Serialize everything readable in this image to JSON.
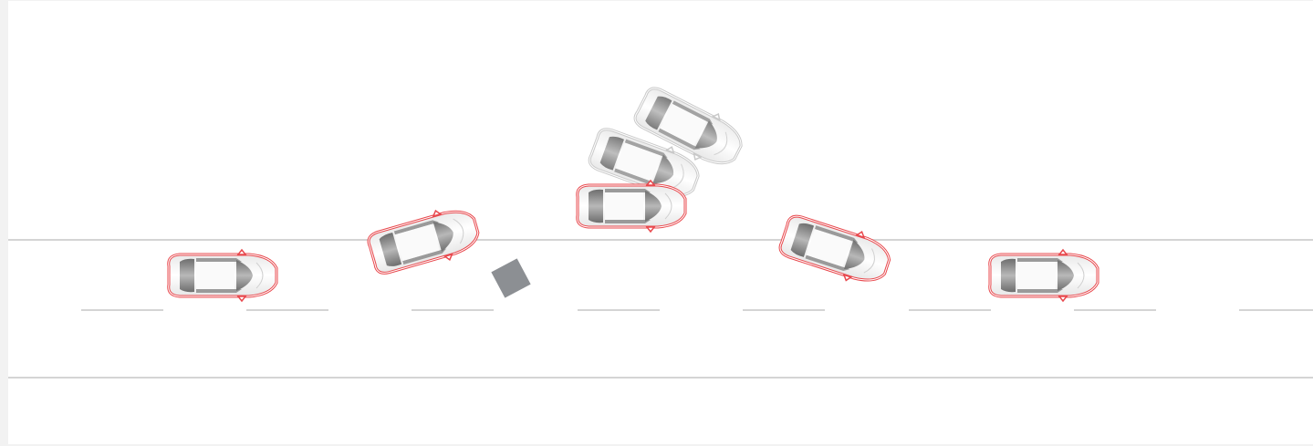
{
  "scene": {
    "title": "",
    "colors": {
      "background": "#ffffff",
      "page_margin": "#f2f2f2",
      "road_line": "#d4d4d4",
      "lane_dash": "#d4d4d4",
      "highlight_outline": "#e8484d",
      "ghost_outline": "#c4c4c4",
      "car_body": "#ffffff",
      "car_glass": "#8a8a8a",
      "obstacle": "#8c8f93"
    },
    "road": {
      "edges": [
        "top-edge",
        "bottom-edge"
      ],
      "lane_divider": "dashed"
    },
    "obstacle": {
      "kind": "box-on-road",
      "icon": "square-obstacle-icon"
    },
    "sequence": [
      {
        "step": 1,
        "state": "driving-straight",
        "style": "highlighted",
        "heading_deg": 0
      },
      {
        "step": 2,
        "state": "swerving-left",
        "style": "highlighted",
        "heading_deg": -16
      },
      {
        "step": 3,
        "state": "avoiding-obstacle",
        "style": "highlighted",
        "heading_deg": 0
      },
      {
        "step": 4,
        "state": "returning-to-lane",
        "style": "highlighted",
        "heading_deg": 18
      },
      {
        "step": 5,
        "state": "driving-straight",
        "style": "highlighted",
        "heading_deg": 0
      }
    ],
    "ghosts": [
      {
        "state": "uncontrolled-path",
        "style": "faded",
        "heading_deg": 20
      },
      {
        "state": "uncontrolled-path",
        "style": "faded",
        "heading_deg": 27
      }
    ]
  }
}
